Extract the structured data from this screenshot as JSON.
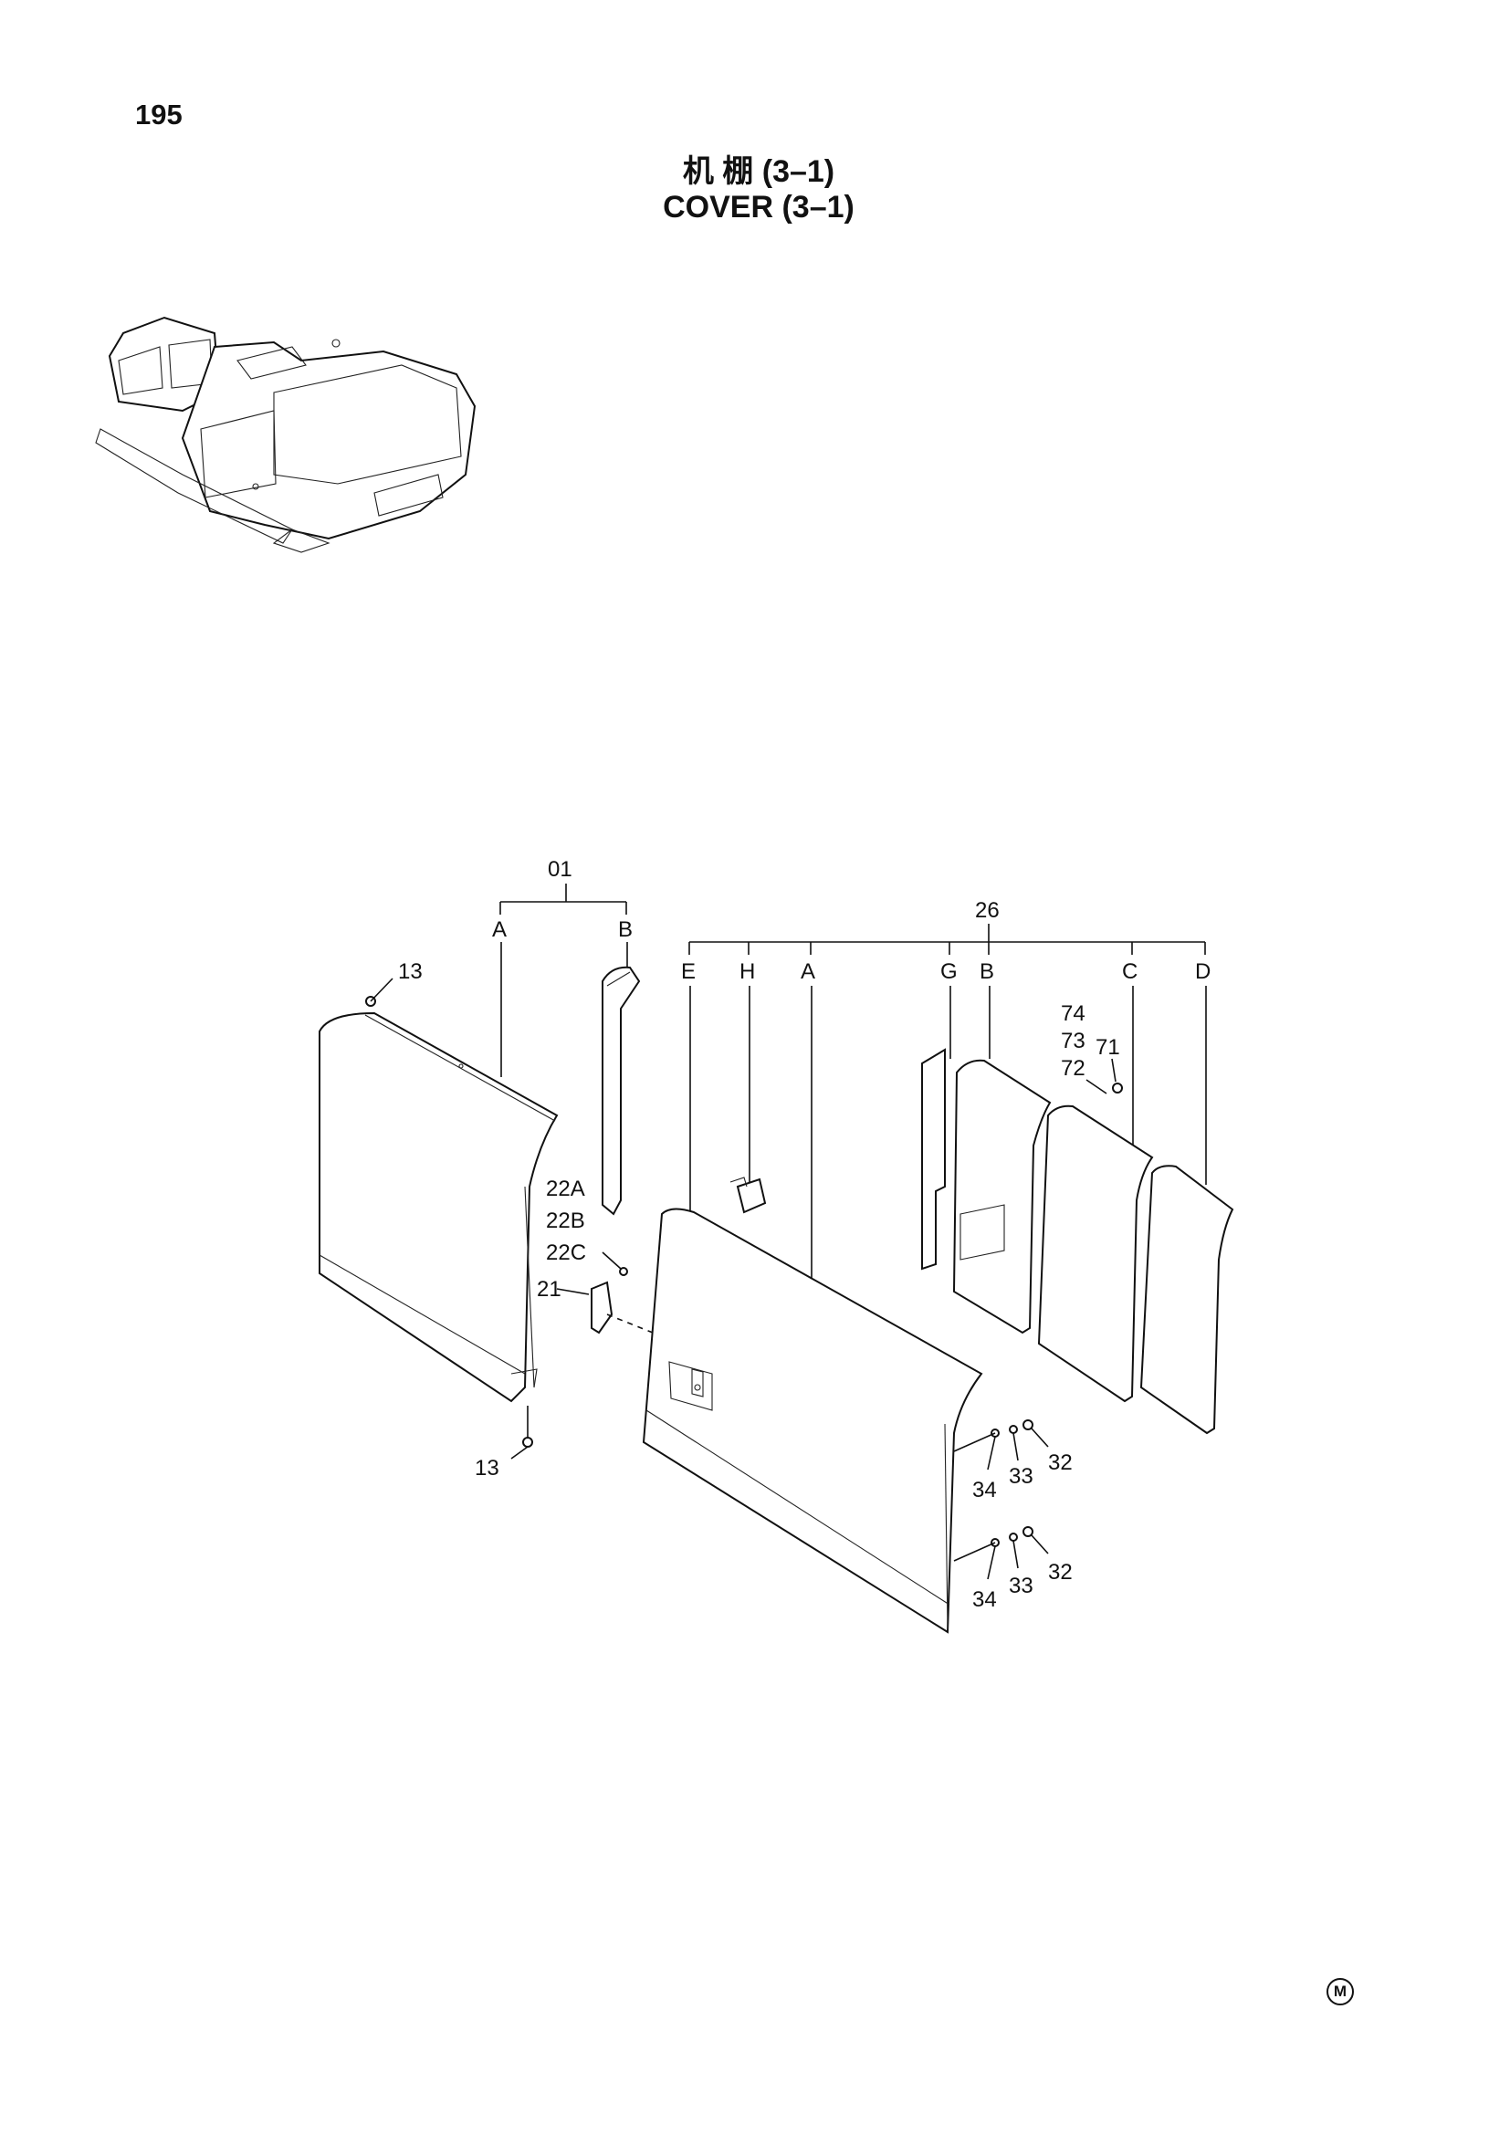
{
  "page_number": "195",
  "title_cn": "机 棚 (3–1)",
  "title_en": "COVER (3–1)",
  "mfr_mark": "M",
  "callouts": {
    "c01": "01",
    "c26": "26",
    "c13_top": "13",
    "c13_bottom": "13",
    "c21": "21",
    "c22a": "22A",
    "c22b": "22B",
    "c22c": "22C",
    "left_a": "A",
    "left_b": "B",
    "e": "E",
    "h": "H",
    "right_a": "A",
    "g": "G",
    "right_b": "B",
    "c": "C",
    "d": "D",
    "c74": "74",
    "c73": "73",
    "c72": "72",
    "c71": "71",
    "c34_top": "34",
    "c33_top": "33",
    "c32_top": "32",
    "c34_bottom": "34",
    "c33_bottom": "33",
    "c32_bottom": "32"
  }
}
